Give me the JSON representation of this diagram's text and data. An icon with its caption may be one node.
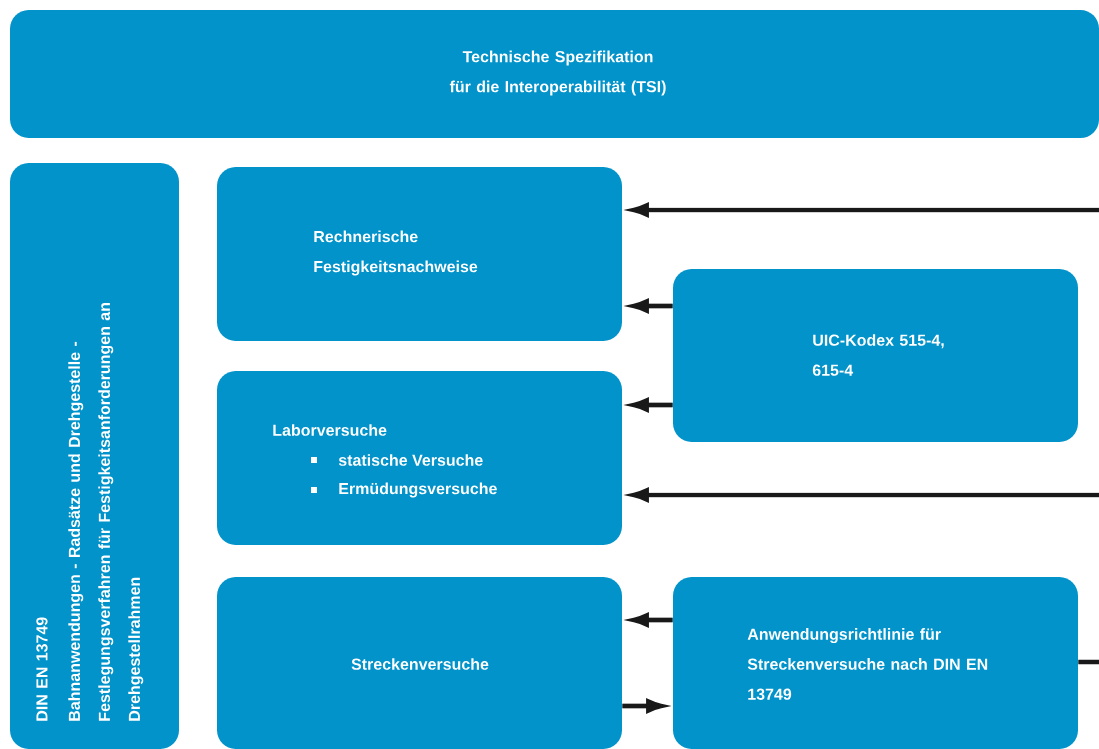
{
  "diagram": {
    "nodes": [
      {
        "text": [
          "Technische Spezifikation für die Interoperabilität (TSI)"
        ]
      },
      {
        "text": [
          "DIN EN 13749",
          "Bahnanwendungen - Radsätze und Drehgestelle - Festlegungsverfahren für Festigkeitsanforderungen an Drehgestellrahmen"
        ]
      },
      {
        "text": [
          "Rechnerische Festigkeitsnachweise"
        ]
      },
      {
        "text": [
          "UIC-Kodex 515-4, 615-4"
        ]
      },
      {
        "text": [
          "Laborversuche",
          "statische Versuche",
          "Ermüdungsversuche"
        ]
      },
      {
        "text": [
          "Streckenversuche"
        ]
      },
      {
        "text": [
          "Anwendungsrichtlinie für Streckenversuche nach DIN EN 13749"
        ]
      }
    ],
    "edges": [
      {
        "from": null,
        "to": 2,
        "arrow": "to"
      },
      {
        "from": 3,
        "to": 2,
        "arrow": "to"
      },
      {
        "from": 3,
        "to": 4,
        "arrow": "to"
      },
      {
        "from": null,
        "to": 4,
        "arrow": "to"
      },
      {
        "from": 6,
        "to": 5,
        "arrow": "to"
      },
      {
        "from": 5,
        "to": 6,
        "arrow": "to"
      },
      {
        "from": 6,
        "to": null,
        "arrow": "none"
      }
    ]
  }
}
